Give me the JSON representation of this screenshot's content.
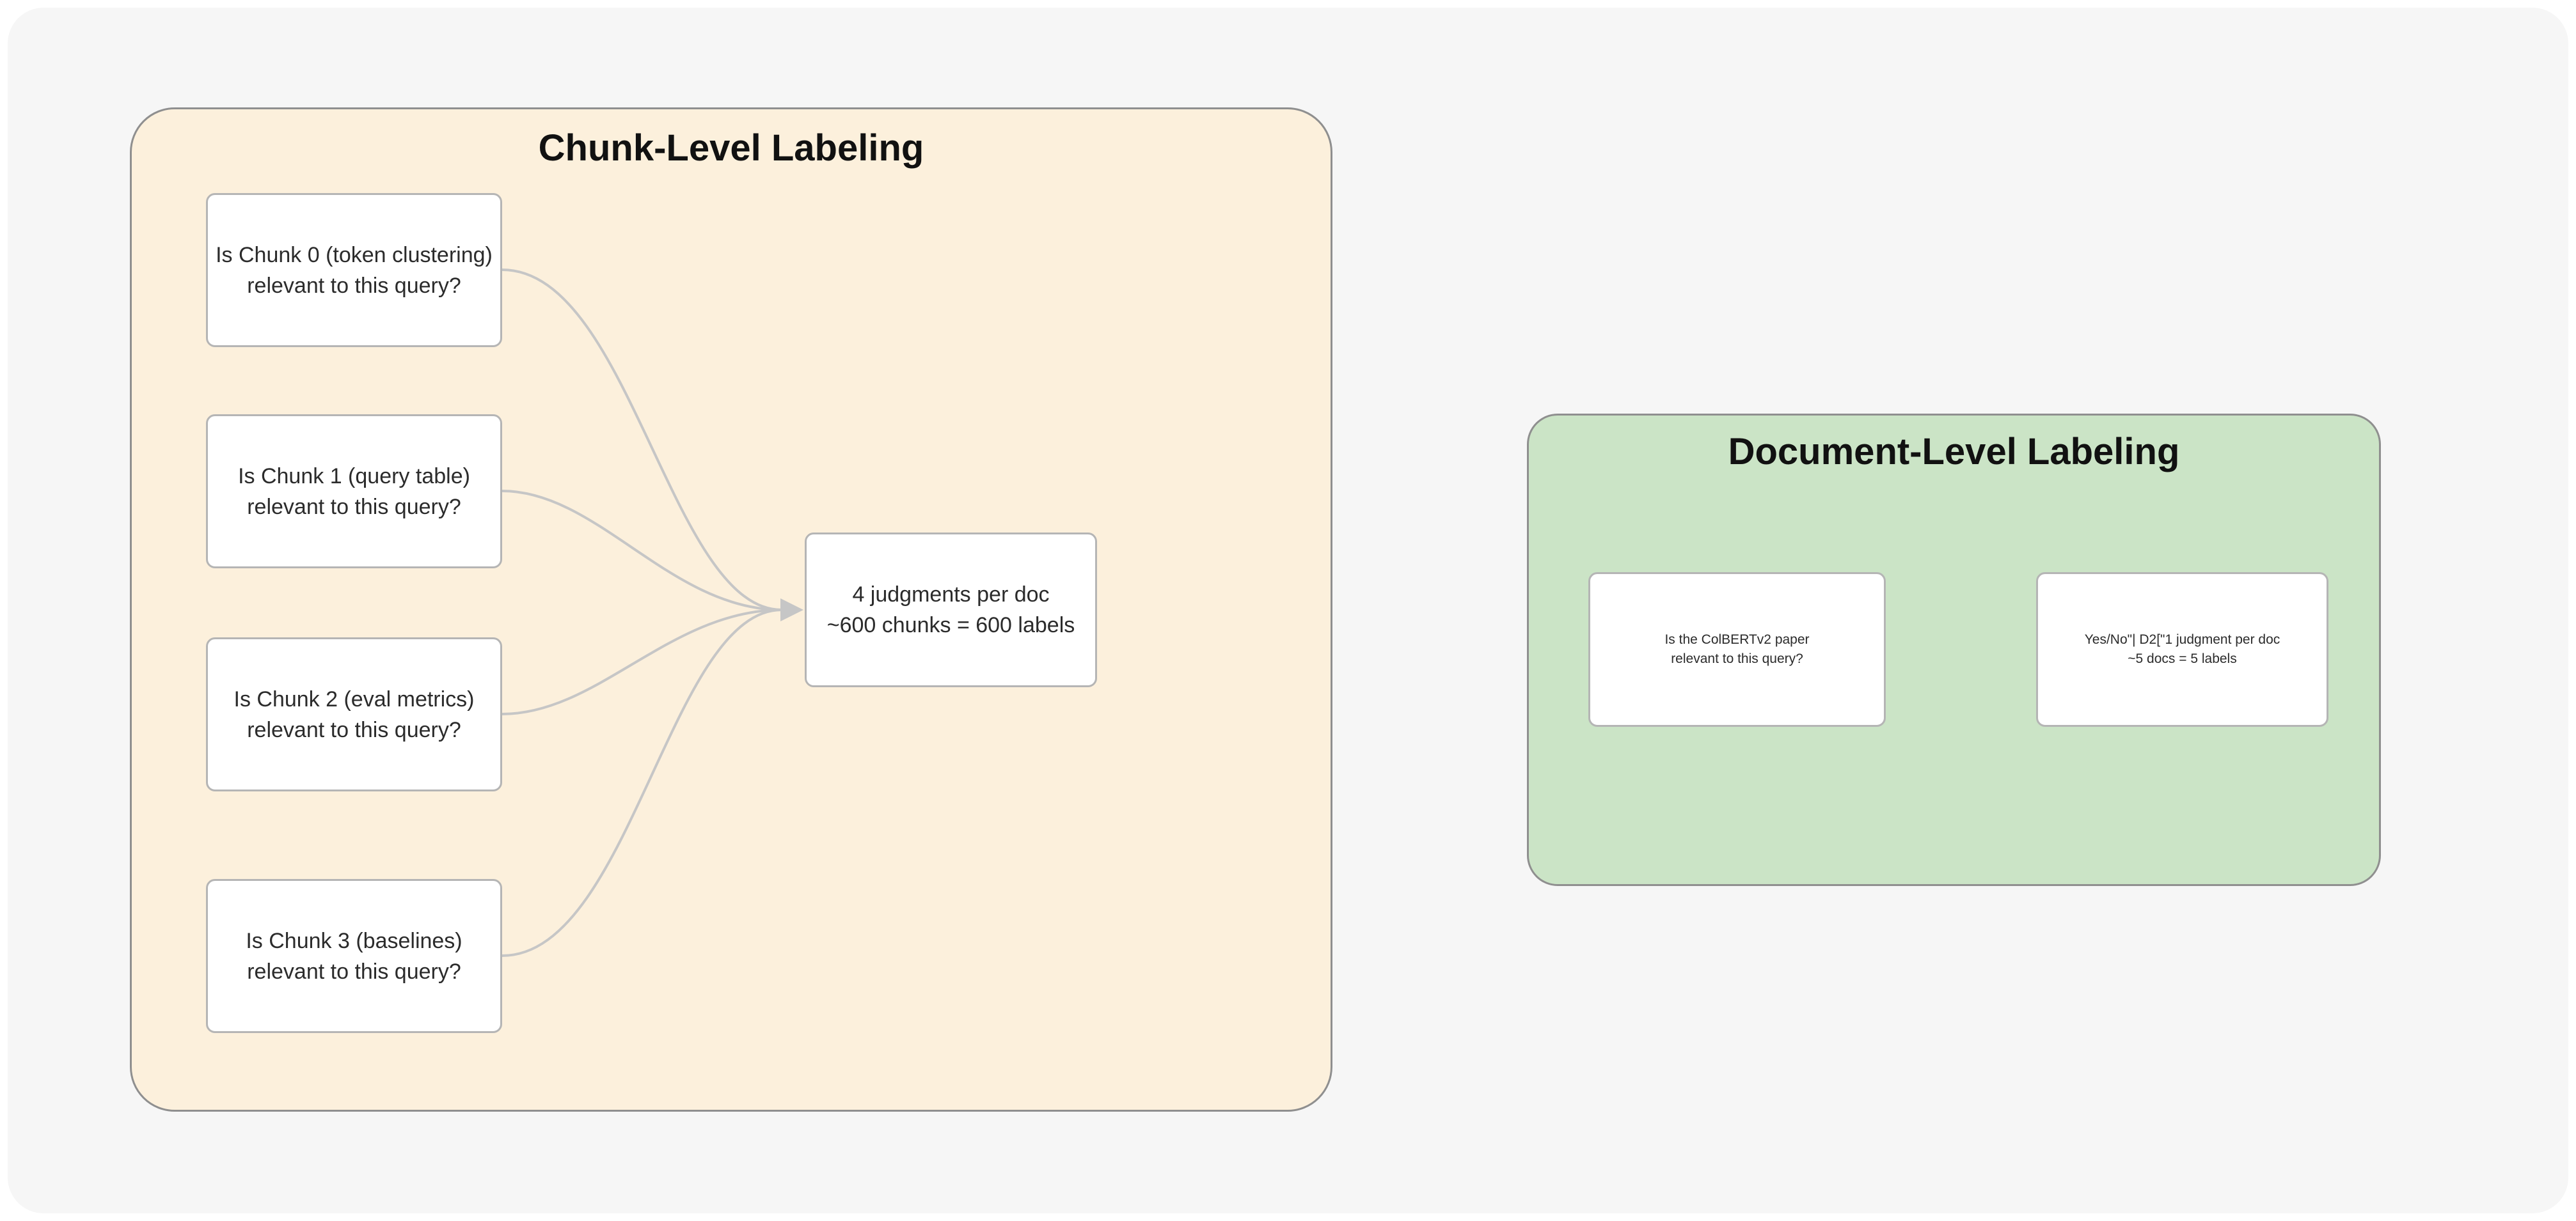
{
  "frames": {
    "chunk": {
      "title": "Chunk-Level Labeling",
      "nodes": [
        {
          "line1": "Is Chunk 0 (token clustering)",
          "line2": "relevant to this query?"
        },
        {
          "line1": "Is Chunk 1 (query table)",
          "line2": "relevant to this query?"
        },
        {
          "line1": "Is Chunk 2 (eval metrics)",
          "line2": "relevant to this query?"
        },
        {
          "line1": "Is Chunk 3 (baselines)",
          "line2": "relevant to this query?"
        }
      ],
      "result": {
        "line1": "4 judgments per doc",
        "line2": "~600 chunks = 600 labels"
      }
    },
    "document": {
      "title": "Document-Level Labeling",
      "nodes": [
        {
          "line1": "Is the ColBERTv2 paper",
          "line2": "relevant to this query?"
        },
        {
          "line1": "Yes/No\"| D2[\"1 judgment per doc",
          "line2": "~5 docs = 5 labels"
        }
      ]
    }
  },
  "colors": {
    "canvas_bg": "#f6f6f6",
    "chunk_frame_fill": "#fcf0dc",
    "document_frame_fill": "#cbe4c6",
    "frame_border": "#8f8f8f",
    "node_border": "#b5b5b5",
    "connector": "#c6c6c6",
    "text": "#2b2b2b"
  }
}
